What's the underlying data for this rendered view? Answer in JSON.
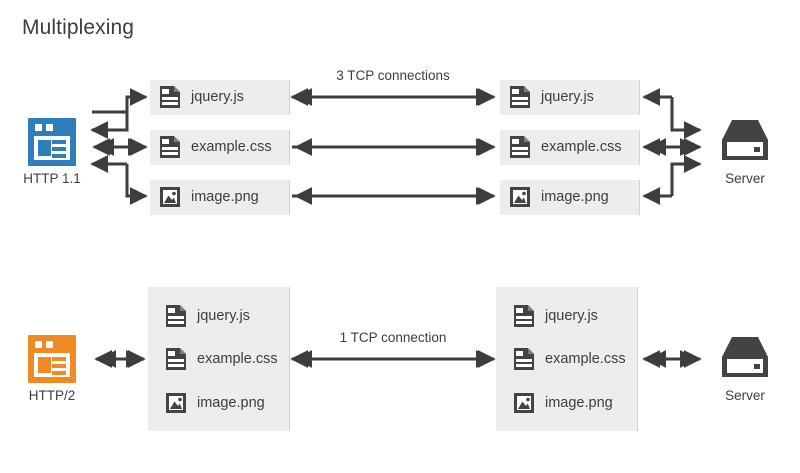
{
  "title": "Multiplexing",
  "colors": {
    "http11_accent": "#2e7ebb",
    "http2_accent": "#f08a24",
    "box_bg": "#ededed",
    "icon_dark": "#434343",
    "arrow": "#3d3d3d",
    "text": "#3d3d3d"
  },
  "sections": [
    {
      "id": "http11",
      "client": {
        "label": "HTTP 1.1",
        "icon": "browser-window-icon",
        "accent": "#2e7ebb"
      },
      "server": {
        "label": "Server",
        "icon": "server-icon"
      },
      "connection_label": "3 TCP connections",
      "client_files": [
        {
          "name": "jquery.js",
          "icon": "document-icon"
        },
        {
          "name": "example.css",
          "icon": "document-icon"
        },
        {
          "name": "image.png",
          "icon": "image-file-icon"
        }
      ],
      "server_files": [
        {
          "name": "jquery.js",
          "icon": "document-icon"
        },
        {
          "name": "example.css",
          "icon": "document-icon"
        },
        {
          "name": "image.png",
          "icon": "image-file-icon"
        }
      ]
    },
    {
      "id": "http2",
      "client": {
        "label": "HTTP/2",
        "icon": "browser-window-icon",
        "accent": "#f08a24"
      },
      "server": {
        "label": "Server",
        "icon": "server-icon"
      },
      "connection_label": "1 TCP connection",
      "client_files": [
        {
          "name": "jquery.js",
          "icon": "document-icon"
        },
        {
          "name": "example.css",
          "icon": "document-icon"
        },
        {
          "name": "image.png",
          "icon": "image-file-icon"
        }
      ],
      "server_files": [
        {
          "name": "jquery.js",
          "icon": "document-icon"
        },
        {
          "name": "example.css",
          "icon": "document-icon"
        },
        {
          "name": "image.png",
          "icon": "image-file-icon"
        }
      ]
    }
  ]
}
